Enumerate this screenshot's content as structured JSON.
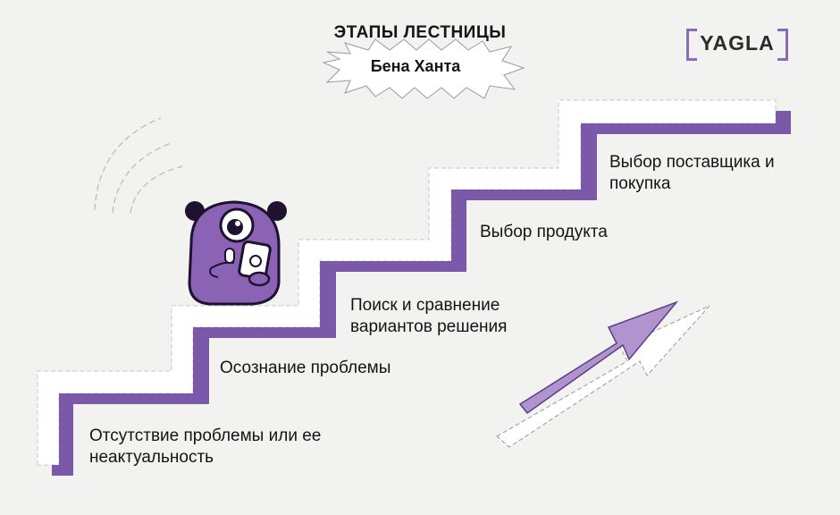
{
  "title": "ЭТАПЫ ЛЕСТНИЦЫ",
  "subtitle": "Бена Ханта",
  "logo": "YAGLA",
  "steps": [
    {
      "label": "Отсутствие проблемы или ее неактуальность"
    },
    {
      "label": "Осознание проблемы"
    },
    {
      "label": "Поиск и сравнение вариантов решения"
    },
    {
      "label": "Выбор продукта"
    },
    {
      "label": "Выбор поставщика и покупка"
    }
  ],
  "colors": {
    "background": "#f2f2f1",
    "accent": "#7a59a8",
    "arrow": "#b093cf",
    "mascot": "#8a63b5",
    "dark": "#1e1230"
  }
}
